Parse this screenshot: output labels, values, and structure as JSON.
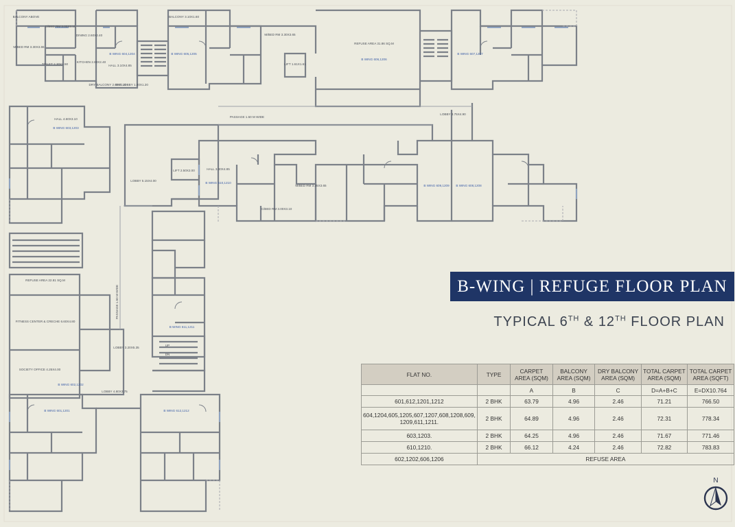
{
  "title": "B-WING | REFUGE FLOOR PLAN",
  "subtitle": {
    "prefix": "TYPICAL 6",
    "sup1": "TH",
    "mid": " & 12",
    "sup2": "TH",
    "suffix": " FLOOR PLAN"
  },
  "compass_label": "N",
  "table": {
    "headers": [
      "FLAT NO.",
      "TYPE",
      "CARPET AREA (SQM)",
      "BALCONY AREA (SQM)",
      "DRY BALCONY AREA (SQM)",
      "TOTAL CARPET AREA (SQM)",
      "TOTAL CARPET AREA (SQFT)"
    ],
    "letters": [
      "A",
      "B",
      "C",
      "D=A+B+C",
      "E=DX10.764"
    ],
    "rows": [
      {
        "flat": "601,612,1201,1212",
        "type": "2 BHK",
        "carpet": "63.79",
        "balcony": "4.96",
        "dry": "2.46",
        "total_sqm": "71.21",
        "total_sqft": "766.50"
      },
      {
        "flat": "604,1204,605,1205,607,1207,608,1208,609, 1209,611,1211.",
        "type": "2 BHK",
        "carpet": "64.89",
        "balcony": "4.96",
        "dry": "2.46",
        "total_sqm": "72.31",
        "total_sqft": "778.34"
      },
      {
        "flat": "603,1203.",
        "type": "2 BHK",
        "carpet": "64.25",
        "balcony": "4.96",
        "dry": "2.46",
        "total_sqm": "71.67",
        "total_sqft": "771.46"
      },
      {
        "flat": "610,1210.",
        "type": "2 BHK",
        "carpet": "66.12",
        "balcony": "4.24",
        "dry": "2.46",
        "total_sqm": "72.82",
        "total_sqft": "783.83"
      }
    ],
    "refuse_row": {
      "flat": "602,1202,606,1206",
      "label": "REFUSE AREA"
    }
  },
  "plan_labels": [
    {
      "text": "BALCONY ABOVE"
    },
    {
      "text": "C/BED RM 3.00X3.10"
    },
    {
      "text": "M/BED RM 3.30X3.65"
    },
    {
      "text": "DINING 2.60X2.40"
    },
    {
      "text": "B WING 604,1204"
    },
    {
      "text": "KITCHEN 2.60X2.40"
    },
    {
      "text": "HALL 3.10X4.85"
    },
    {
      "text": "TOILET 2.30X1.50"
    },
    {
      "text": "DRY BALCONY 2.05X1.20"
    },
    {
      "text": "ENT LOBBY 1.80X1.20"
    },
    {
      "text": "B WING 605,1205"
    },
    {
      "text": "BALCONY 3.10X1.60"
    },
    {
      "text": "M/BED RM 3.30X3.65"
    },
    {
      "text": "LIFT 1.61X1.61"
    },
    {
      "text": "REFUSE AREA 31.86 SQ.M"
    },
    {
      "text": "B WING 606,1206"
    },
    {
      "text": "B WING 607,1207"
    },
    {
      "text": "PASSAGE 1.50 M WIDE"
    },
    {
      "text": "LOBBY 3.75X4.90"
    },
    {
      "text": "HALL 4.60X3.10"
    },
    {
      "text": "B WING 603,1203"
    },
    {
      "text": "LOBBY 5.15X4.00"
    },
    {
      "text": "LIFT 2.50X2.00"
    },
    {
      "text": "HALL 3.30X4.85"
    },
    {
      "text": "B WING 610,1210"
    },
    {
      "text": "M/BED RM 3.35X3.65"
    },
    {
      "text": "B WING 609,1209"
    },
    {
      "text": "B WING 608,1208"
    },
    {
      "text": "C/BED RM 3.00X3.10"
    },
    {
      "text": "REFUSE AREA 22.81 SQ.M"
    },
    {
      "text": "FITNESS CENTER & CRECHE 6.60X4.80"
    },
    {
      "text": "SOCIETY OFFICE 4.25X4.00"
    },
    {
      "text": "B WING 602,1202"
    },
    {
      "text": "LOBBY 3.20X5.35"
    },
    {
      "text": "B WING 611,1211"
    },
    {
      "text": "LOBBY 4.80X3.75"
    },
    {
      "text": "B WING 601,1201"
    },
    {
      "text": "B WING 612,1212"
    },
    {
      "text": "PASSAGE 1.50 M WIDE"
    },
    {
      "text": "UP"
    },
    {
      "text": "DN"
    }
  ]
}
